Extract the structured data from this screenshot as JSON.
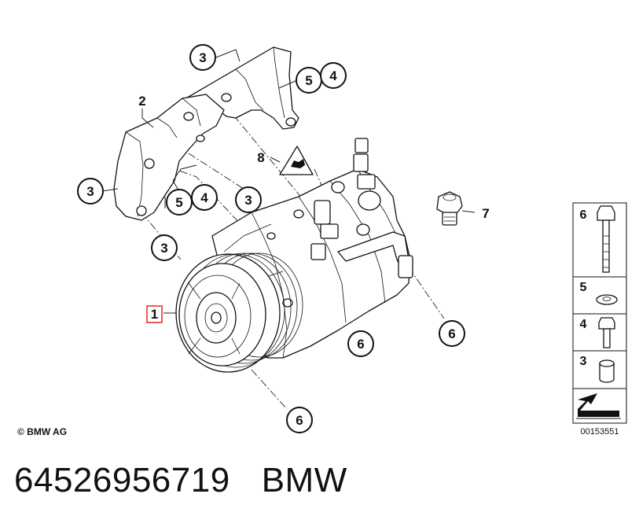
{
  "callouts": {
    "c1": "1",
    "c2": "2",
    "c3a": "3",
    "c3b": "3",
    "c3c": "3",
    "c3d": "3",
    "c4a": "4",
    "c4b": "4",
    "c5a": "5",
    "c5b": "5",
    "c6a": "6",
    "c6b": "6",
    "c6c": "6",
    "c7": "7",
    "c8": "8"
  },
  "legend": {
    "row1": "6",
    "row2": "5",
    "row3": "4",
    "row4": "3",
    "code": "00153551"
  },
  "copyright": "© BMW AG",
  "caption": {
    "part_number": "64526956719",
    "brand": "BMW"
  },
  "colors": {
    "highlight": "#e8312f",
    "ink": "#111111"
  }
}
